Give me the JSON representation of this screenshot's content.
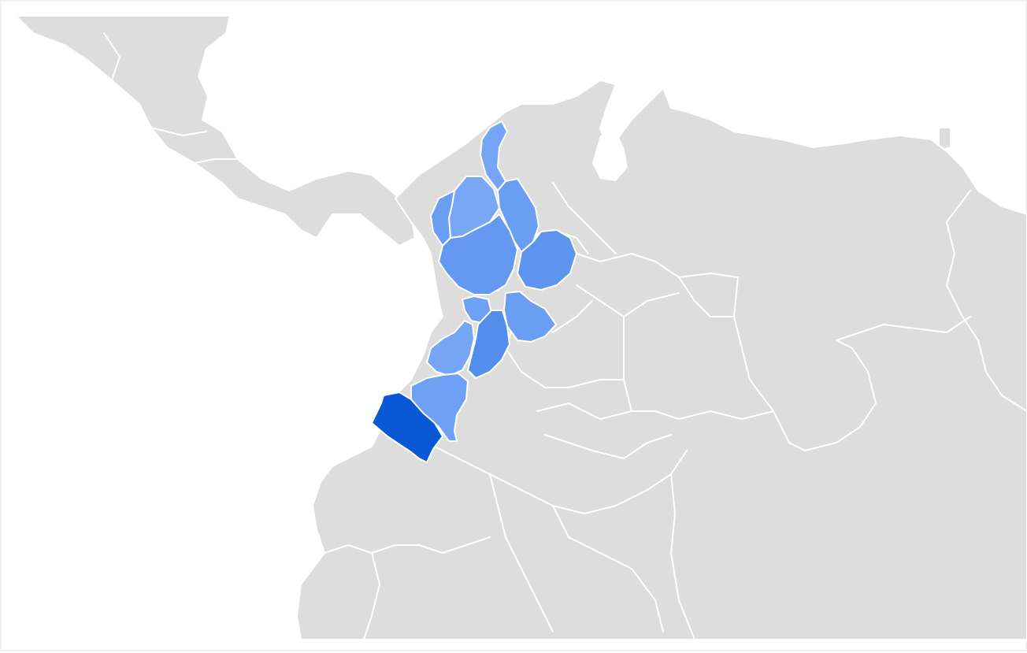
{
  "map": {
    "colors": {
      "background": "#ffffff",
      "land": "#dddddd",
      "borders": "#ffffff",
      "scale_low": "#8ab4f8",
      "scale_mid": "#6a9ef2",
      "scale_high": "#4d89ea",
      "scale_max": "#0a58d6"
    },
    "regions": [
      {
        "id": "cesar-magdalena-north",
        "level": 0.3
      },
      {
        "id": "cordoba",
        "level": 0.25
      },
      {
        "id": "bolivar-santander-strip",
        "level": 0.45
      },
      {
        "id": "uraba",
        "level": 0.45
      },
      {
        "id": "antioquia",
        "level": 0.5
      },
      {
        "id": "santander-boyaca",
        "level": 0.55
      },
      {
        "id": "caldas-risaralda",
        "level": 0.4
      },
      {
        "id": "cundinamarca",
        "level": 0.45
      },
      {
        "id": "valle-del-cauca",
        "level": 0.3
      },
      {
        "id": "tolima",
        "level": 0.6
      },
      {
        "id": "cauca",
        "level": 0.4
      },
      {
        "id": "narino",
        "level": 1.0
      }
    ]
  }
}
